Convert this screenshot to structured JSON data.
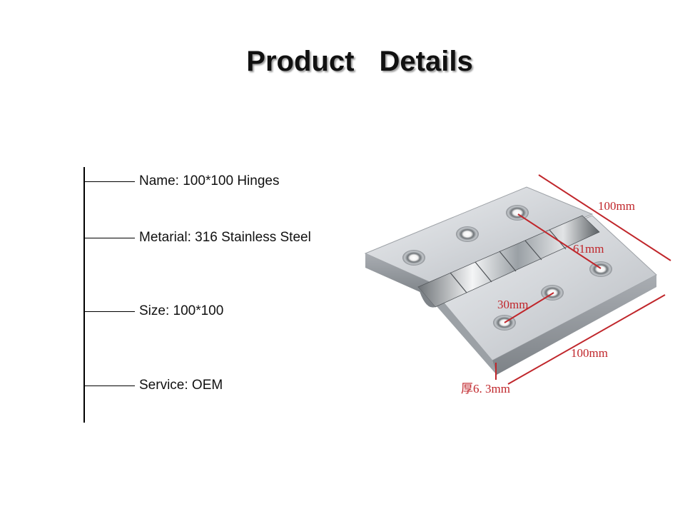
{
  "header": {
    "title": "Product   Details"
  },
  "specs": {
    "name": "Name: 100*100 Hinges",
    "material": "Metarial: 316 Stainless Steel",
    "size": "Size:  100*100",
    "service": "Service: OEM"
  },
  "dimensions": {
    "top_width": "100mm",
    "hole_spacing_long": "61mm",
    "hole_spacing_short": "30mm",
    "bottom_width": "100mm",
    "thickness": "厚6. 3mm"
  },
  "colors": {
    "dimension": "#c0262b",
    "steel": "#c9ccd0",
    "text": "#111111"
  }
}
